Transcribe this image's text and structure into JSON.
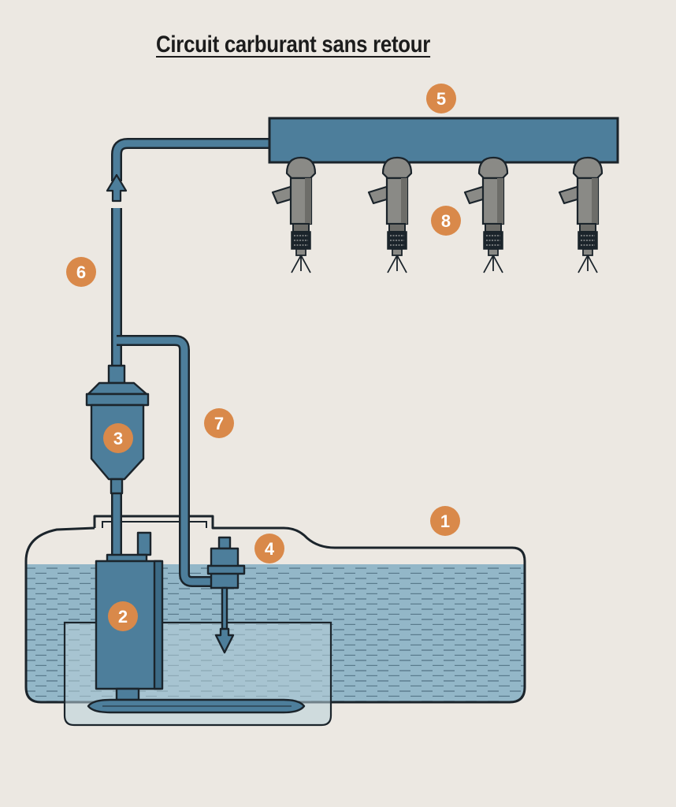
{
  "title": "Circuit carburant sans retour",
  "colors": {
    "pipe": "#4d7e9b",
    "outline": "#1b242b",
    "fuel": "#93b7c8",
    "badge": "#d9894a",
    "injector": "#8a8a86"
  },
  "labels": [
    {
      "id": "tank",
      "text": "1"
    },
    {
      "id": "pump",
      "text": "2"
    },
    {
      "id": "filter",
      "text": "3"
    },
    {
      "id": "regulator",
      "text": "4"
    },
    {
      "id": "rail",
      "text": "5"
    },
    {
      "id": "supply-line",
      "text": "6"
    },
    {
      "id": "regulator-line",
      "text": "7"
    },
    {
      "id": "injectors",
      "text": "8"
    }
  ]
}
